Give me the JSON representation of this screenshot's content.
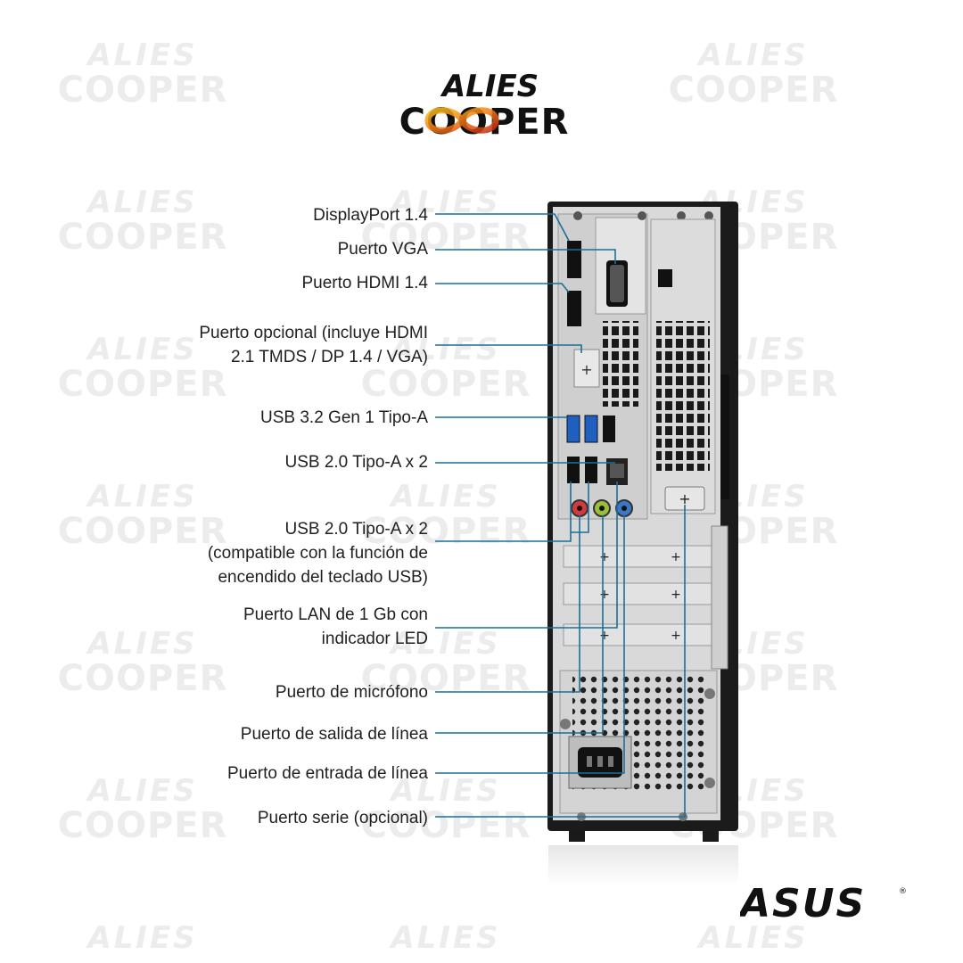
{
  "watermark": {
    "line1": "ALIES",
    "line2": "COOPER"
  },
  "logo": {
    "line1": "ALIES",
    "line2": "COOPER"
  },
  "brand": {
    "name": "ASUS",
    "mark": "®"
  },
  "callouts": [
    {
      "id": "displayport",
      "lines": [
        "DisplayPort 1.4"
      ]
    },
    {
      "id": "vga",
      "lines": [
        "Puerto VGA"
      ]
    },
    {
      "id": "hdmi",
      "lines": [
        "Puerto HDMI 1.4"
      ]
    },
    {
      "id": "optional-port",
      "lines": [
        "Puerto opcional (incluye HDMI",
        "2.1 TMDS / DP 1.4 / VGA)"
      ]
    },
    {
      "id": "usb32",
      "lines": [
        "USB 3.2 Gen 1 Tipo-A"
      ]
    },
    {
      "id": "usb20",
      "lines": [
        "USB 2.0 Tipo-A x 2"
      ]
    },
    {
      "id": "usb20-wake",
      "lines": [
        "USB 2.0 Tipo-A x 2",
        "(compatible con la función de",
        "encendido del teclado USB)"
      ]
    },
    {
      "id": "lan",
      "lines": [
        "Puerto LAN de 1 Gb con",
        "indicador LED"
      ]
    },
    {
      "id": "mic",
      "lines": [
        "Puerto de micrófono"
      ]
    },
    {
      "id": "line-out",
      "lines": [
        "Puerto de salida de línea"
      ]
    },
    {
      "id": "line-in",
      "lines": [
        "Puerto de entrada de línea"
      ]
    },
    {
      "id": "serial",
      "lines": [
        "Puerto serie (opcional)"
      ]
    }
  ],
  "colors": {
    "leader": "#1a6f9a",
    "chassis": "#1b1b1b",
    "panel": "#d9d9d9",
    "text": "#1f1f1f"
  }
}
